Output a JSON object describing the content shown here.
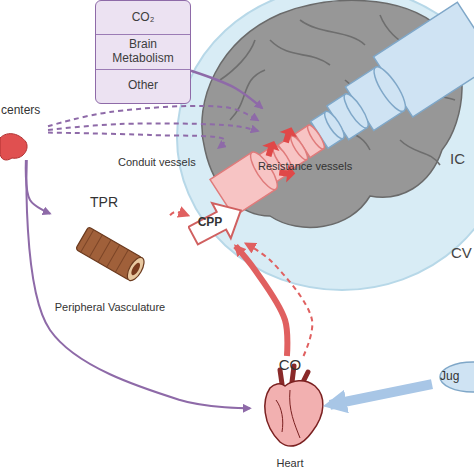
{
  "diagram": {
    "nodes": [
      {
        "text": [
          "CO₂",
          "Brain Metabolism",
          "Other"
        ]
      },
      {
        "text": [
          "centers"
        ]
      },
      {
        "text": [
          "Conduit vessels"
        ]
      },
      {
        "text": [
          "Resistance vessels"
        ]
      },
      {
        "text": [
          "CPP"
        ]
      },
      {
        "text": [
          "TPR",
          "Peripheral Vasculature"
        ]
      },
      {
        "text": [
          "CO",
          "Heart"
        ]
      },
      {
        "text": [
          "Jug"
        ]
      }
    ],
    "edges": [
      {
        "from": 0,
        "to": 3,
        "arrow": "to"
      },
      {
        "from": 1,
        "to": 2,
        "arrow": "to"
      },
      {
        "from": 1,
        "to": 3,
        "arrow": "to"
      },
      {
        "from": 1,
        "to": 3,
        "arrow": "to"
      },
      {
        "from": 1,
        "to": 5,
        "arrow": "to"
      },
      {
        "from": 1,
        "to": 6,
        "arrow": "to"
      },
      {
        "from": 6,
        "to": 4,
        "arrow": "to"
      },
      {
        "from": 6,
        "to": 4,
        "arrow": "to"
      },
      {
        "from": 5,
        "to": 4,
        "arrow": "to"
      },
      {
        "from": 7,
        "to": 6,
        "arrow": "to"
      }
    ],
    "labels": [
      "IC",
      "CV"
    ]
  }
}
